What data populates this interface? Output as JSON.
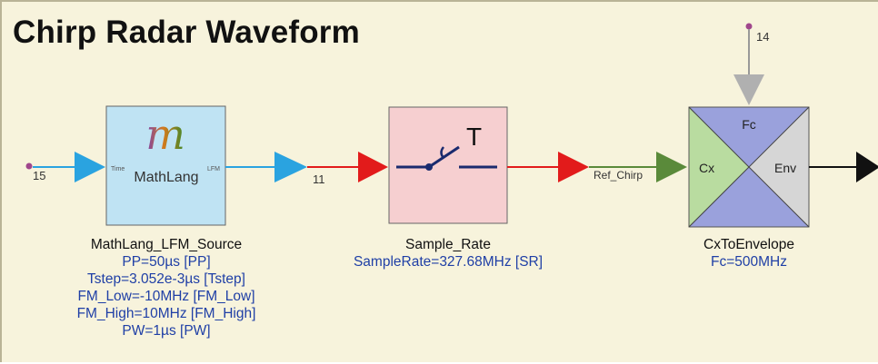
{
  "title": "Chirp Radar Waveform",
  "nodes": {
    "input": "15",
    "mid": "11",
    "fc_port": "14"
  },
  "wires": {
    "ref": "Ref_Chirp"
  },
  "blocks": {
    "mathlang": {
      "glyph": "m",
      "inner": "MathLang",
      "in_tag": "Time",
      "out_tag": "LFM",
      "name": "MathLang_LFM_Source",
      "params": [
        "PP=50µs [PP]",
        "Tstep=3.052e-3µs [Tstep]",
        "FM_Low=-10MHz [FM_Low]",
        "FM_High=10MHz [FM_High]",
        "PW=1µs [PW]"
      ]
    },
    "sample": {
      "glyph": "T",
      "name": "Sample_Rate",
      "params": [
        "SampleRate=327.68MHz [SR]"
      ]
    },
    "cx": {
      "port_top": "Fc",
      "port_left": "Cx",
      "port_right": "Env",
      "name": "CxToEnvelope",
      "params": [
        "Fc=500MHz"
      ]
    }
  },
  "colors": {
    "background": "#f7f3dc",
    "mathlang_fill": "#bfe3f3",
    "sample_fill": "#f6cfd0",
    "arrow_blue": "#2aa3e0",
    "arrow_red": "#e21b1b",
    "arrow_green": "#5a8a3a",
    "arrow_gray": "#b0b0b0",
    "param_text": "#1f3fa6",
    "node_pin": "#a0468c"
  }
}
